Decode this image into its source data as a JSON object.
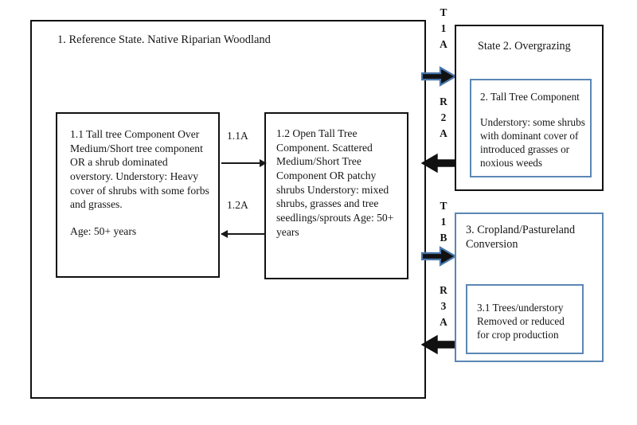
{
  "diagram": {
    "reference_state": {
      "title": "1. Reference State. Native Riparian Woodland",
      "phases": [
        {
          "id": "1.1",
          "lines": [
            "1.1 Tall tree Component Over Medium/Short tree component OR a shrub dominated overstory. Understory: Heavy cover of shrubs with some forbs and grasses.",
            "Age: 50+ years"
          ]
        },
        {
          "id": "1.2",
          "lines": [
            "1.2 Open Tall Tree Component. Scattered Medium/Short Tree Component OR patchy shrubs Understory: mixed shrubs, grasses and tree seedlings/sprouts Age: 50+ years"
          ]
        }
      ],
      "internal_transitions": [
        {
          "code": "1.1A",
          "direction": "right"
        },
        {
          "code": "1.2A",
          "direction": "left"
        }
      ]
    },
    "states": [
      {
        "id": "state-2",
        "title": "State 2. Overgrazing",
        "border_color": "#111111",
        "phase": {
          "id": "2",
          "heading": "2. Tall Tree Component",
          "body": "Understory: some shrubs with dominant cover of introduced grasses or noxious weeds",
          "border_color": "#5b87b5"
        }
      },
      {
        "id": "state-3",
        "title": "3. Cropland/Pastureland Conversion",
        "border_color": "#5b87b5",
        "phase": {
          "id": "3.1",
          "heading": "",
          "body": "3.1 Trees/understory Removed or reduced for crop production",
          "border_color": "#5b87b5"
        }
      }
    ],
    "transitions": [
      {
        "code": [
          "T",
          "1",
          "A"
        ],
        "name": "transition-t1a",
        "direction": "right",
        "color": "#111111",
        "outline": "#4a77aa"
      },
      {
        "code": [
          "R",
          "2",
          "A"
        ],
        "name": "restoration-r2a",
        "direction": "left",
        "color": "#111111",
        "outline": "#111111"
      },
      {
        "code": [
          "T",
          "1",
          "B"
        ],
        "name": "transition-t1b",
        "direction": "right",
        "color": "#111111",
        "outline": "#4a77aa"
      },
      {
        "code": [
          "R",
          "3",
          "A"
        ],
        "name": "restoration-r3a",
        "direction": "left",
        "color": "#111111",
        "outline": "#111111"
      }
    ]
  }
}
